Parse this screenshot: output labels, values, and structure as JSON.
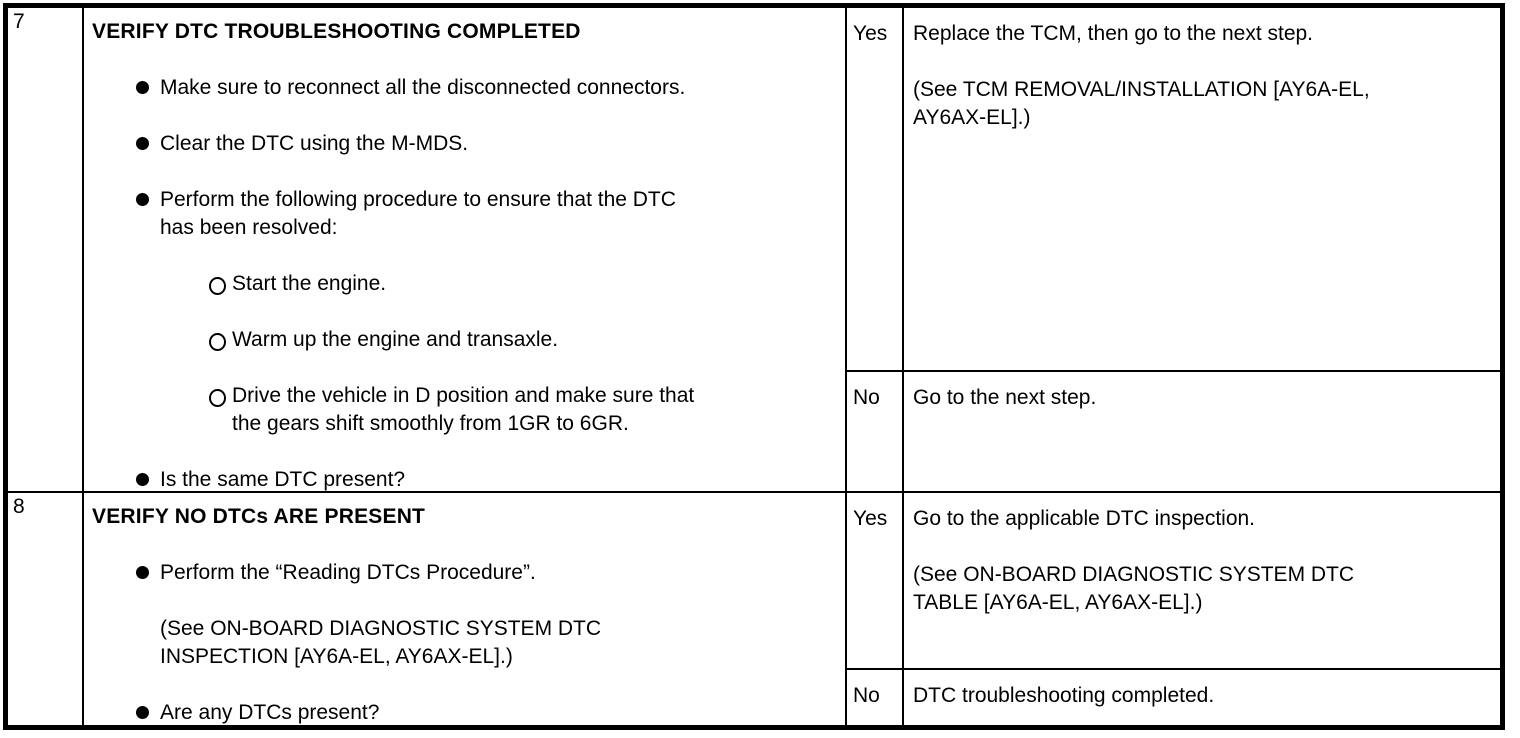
{
  "table": {
    "rows": [
      {
        "step": "7",
        "title": "VERIFY DTC TROUBLESHOOTING COMPLETED",
        "items": [
          {
            "type": "bullet",
            "lines": [
              "Make sure to reconnect all the disconnected connectors."
            ]
          },
          {
            "type": "bullet",
            "lines": [
              "Clear the DTC using the M-MDS."
            ]
          },
          {
            "type": "bullet",
            "lines": [
              "Perform the following procedure to ensure that the DTC",
              "has been resolved:"
            ]
          },
          {
            "type": "sub",
            "lines": [
              "Start the engine."
            ]
          },
          {
            "type": "sub",
            "lines": [
              "Warm up the engine and transaxle."
            ]
          },
          {
            "type": "sub",
            "lines": [
              "Drive the vehicle in D position and make sure that",
              "the gears shift smoothly from 1GR to 6GR."
            ]
          },
          {
            "type": "bullet",
            "lines": [
              "Is the same DTC present?"
            ]
          }
        ],
        "yes_label": "Yes",
        "yes_paragraphs": [
          [
            "Replace the TCM, then go to the next step."
          ],
          [
            "(See TCM REMOVAL/INSTALLATION [AY6A-EL,",
            "AY6AX-EL].)"
          ]
        ],
        "no_label": "No",
        "no_paragraphs": [
          [
            "Go to the next step."
          ]
        ]
      },
      {
        "step": "8",
        "title": "VERIFY NO DTCs ARE PRESENT",
        "items": [
          {
            "type": "bullet",
            "lines": [
              "Perform the “Reading DTCs Procedure”."
            ]
          },
          {
            "type": "continuation",
            "lines": [
              "(See ON-BOARD DIAGNOSTIC SYSTEM DTC",
              "INSPECTION [AY6A-EL, AY6AX-EL].)"
            ]
          },
          {
            "type": "bullet",
            "lines": [
              "Are any DTCs present?"
            ]
          }
        ],
        "yes_label": "Yes",
        "yes_paragraphs": [
          [
            "Go to the applicable DTC inspection."
          ],
          [
            "(See ON-BOARD DIAGNOSTIC SYSTEM DTC",
            "TABLE [AY6A-EL, AY6AX-EL].)"
          ]
        ],
        "no_label": "No",
        "no_paragraphs": [
          [
            "DTC troubleshooting completed."
          ]
        ]
      }
    ]
  },
  "colors": {
    "text": "#000000",
    "background": "#ffffff",
    "border": "#000000"
  }
}
